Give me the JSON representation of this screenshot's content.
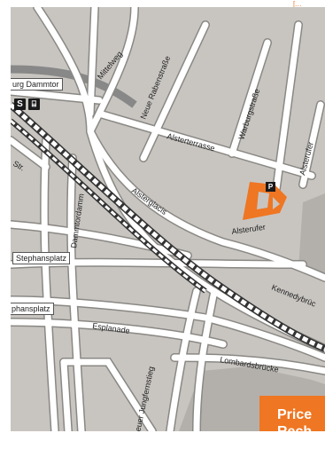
{
  "corner_label": "[…",
  "stations": {
    "dammtor": "urg Dammtor",
    "stephansplatz": "Stephansplatz",
    "stephansplatz_2": "phansplatz"
  },
  "streets": {
    "mittelweg": "Mittelweg",
    "neue_rabenstrasse": "Neue Rabenstraße",
    "warburgstrasse": "Warburgstraße",
    "alsterterrasse": "Alsterterrasse",
    "alsterufer_top": "Alsterufer",
    "alsterufer": "Alsterufer",
    "alsterglacis": "Alsterglacis",
    "dammtordamm": "Dammtordamm",
    "str": "Str.",
    "kennedybruecke": "Kennedybrüc",
    "esplanade": "Esplanade",
    "lombardsbruecke": "Lombardsbrücke",
    "neuer_jungfernstieg": "Neuer Jungfernstieg"
  },
  "icons": {
    "s_bahn": "S",
    "parking": "P"
  },
  "cta": {
    "line1": "Price",
    "line2": "Rech"
  },
  "colors": {
    "land": "#c8c5c1",
    "road": "#ffffff",
    "water": "#b3b0ac",
    "highlight": "#ef7622"
  }
}
